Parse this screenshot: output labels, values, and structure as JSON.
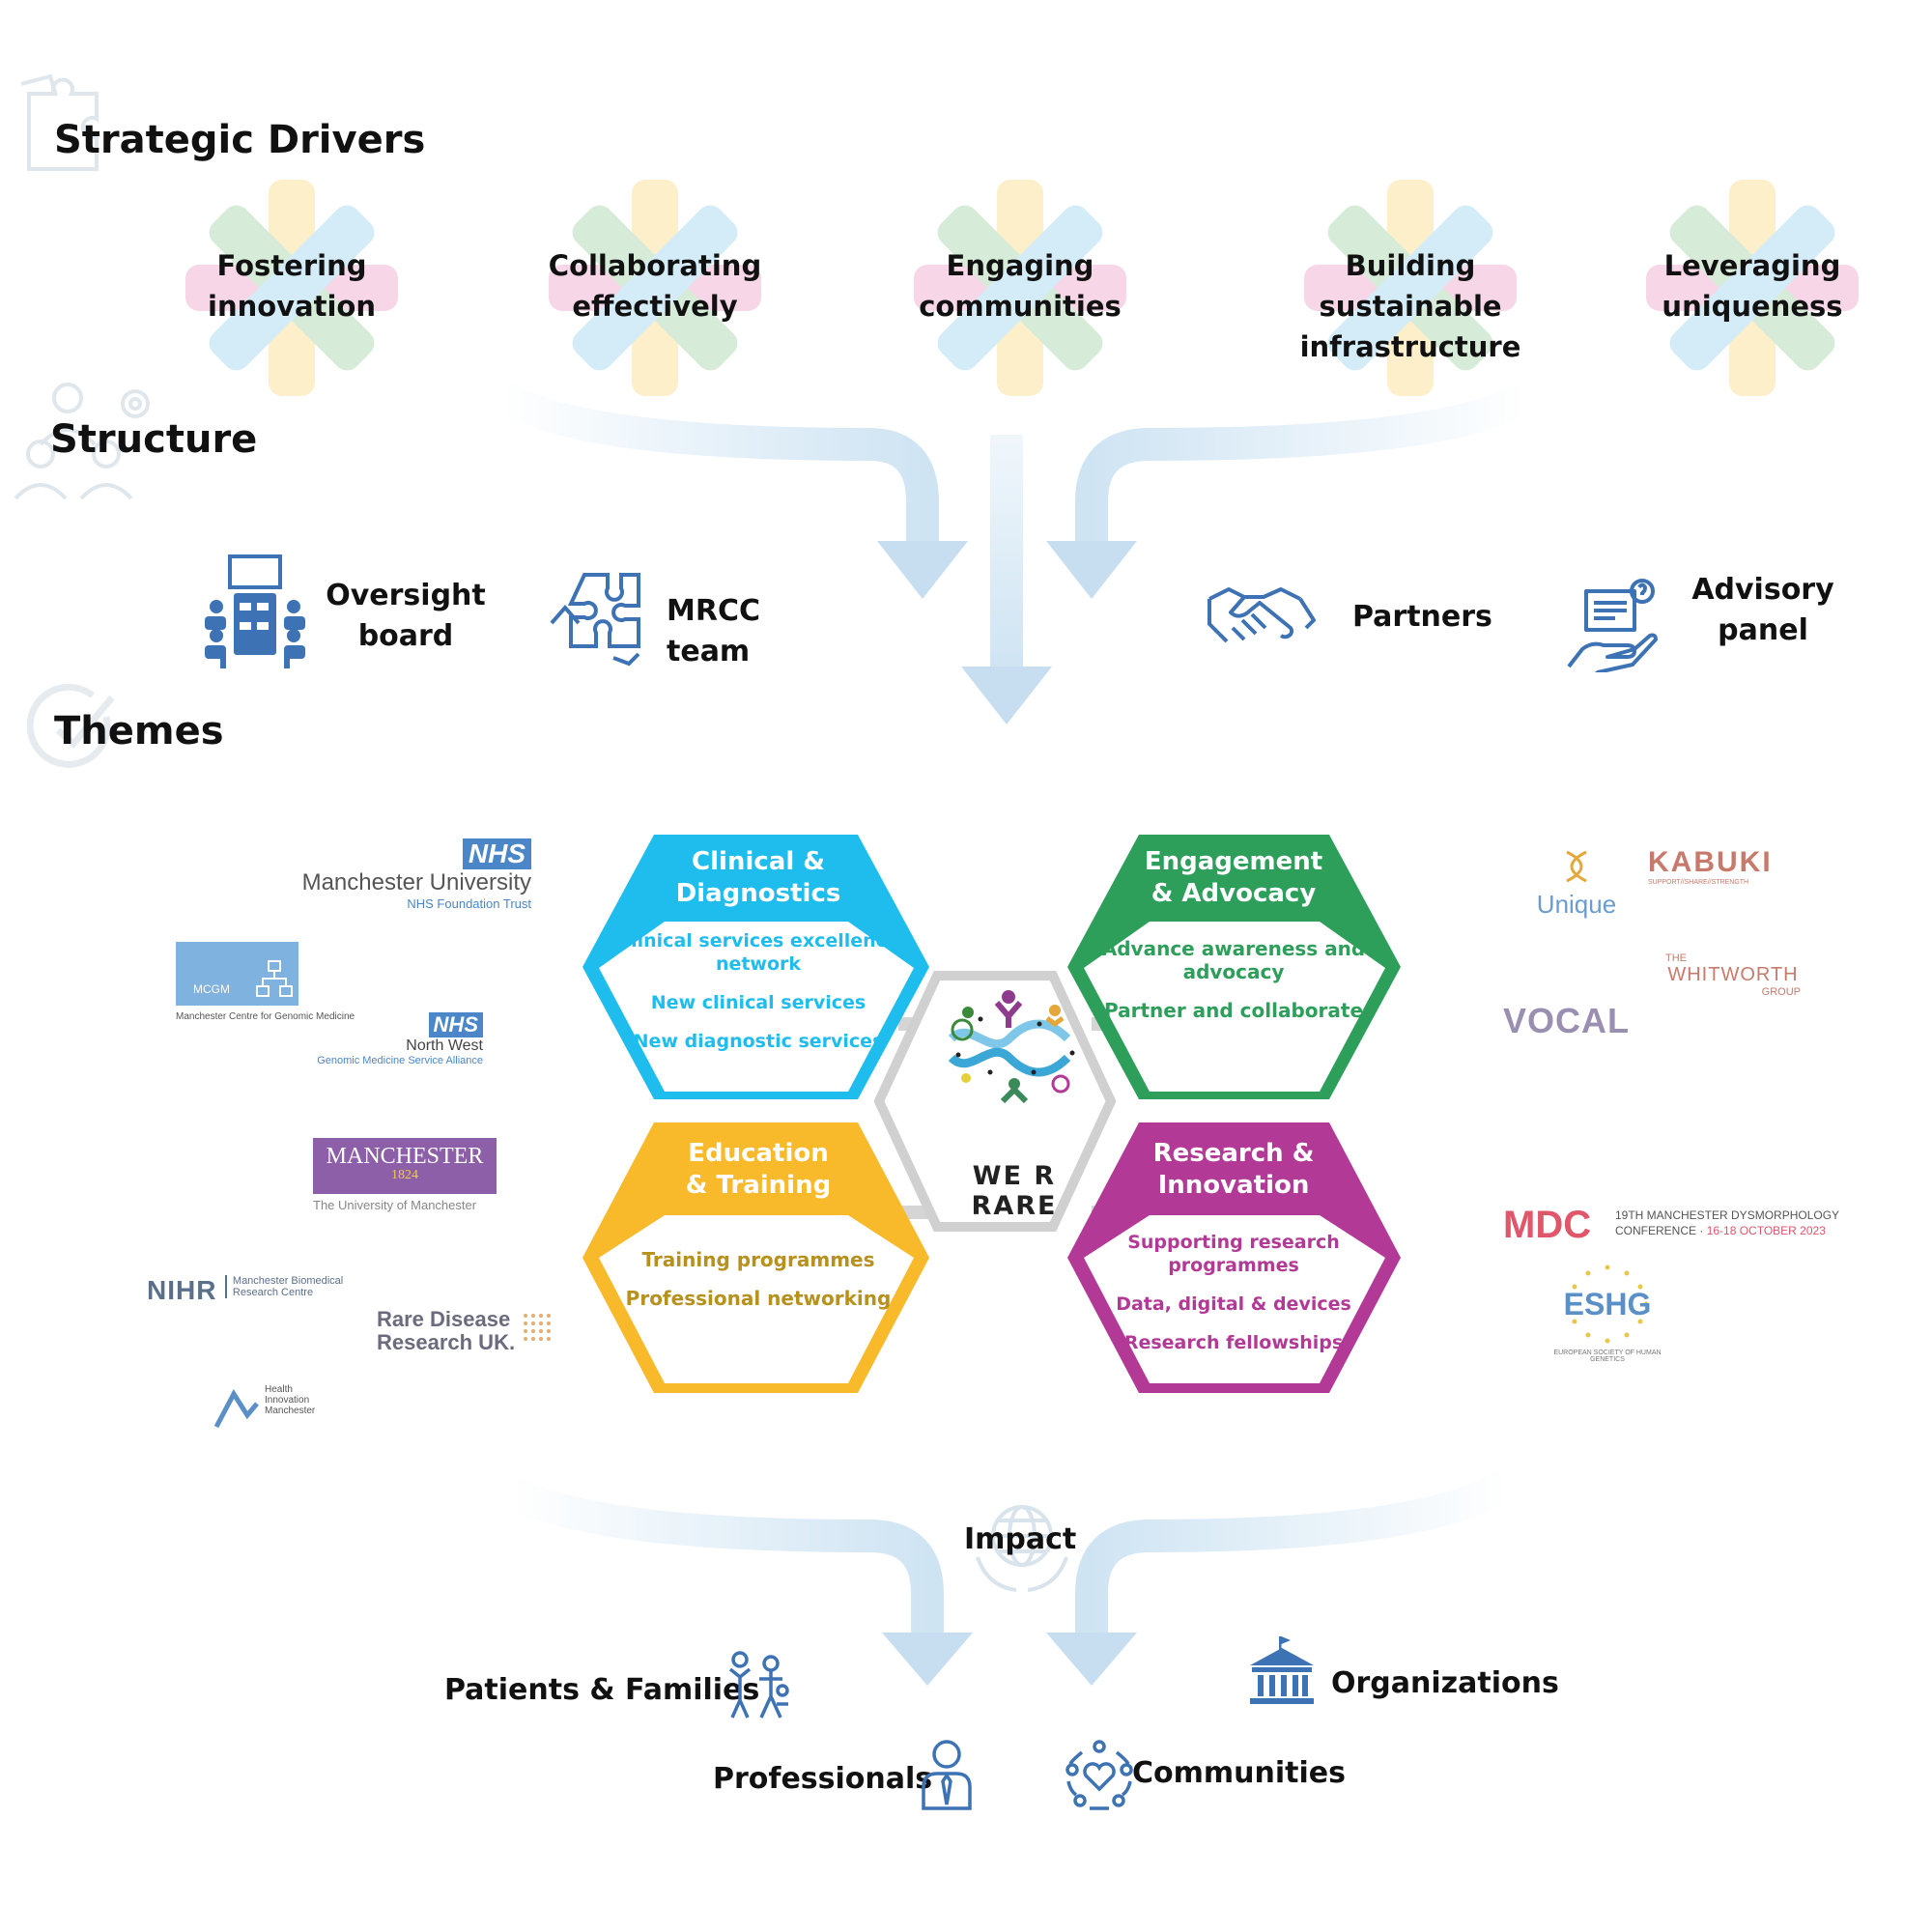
{
  "sections": {
    "strategic_drivers": "Strategic Drivers",
    "structure": "Structure",
    "themes": "Themes",
    "impact": "Impact"
  },
  "drivers": [
    {
      "l1": "Fostering",
      "l2": "innovation"
    },
    {
      "l1": "Collaborating",
      "l2": "effectively"
    },
    {
      "l1": "Engaging",
      "l2": "communities"
    },
    {
      "l1": "Building sustainable",
      "l2": "infrastructure"
    },
    {
      "l1": "Leveraging",
      "l2": "uniqueness"
    }
  ],
  "structure_items": {
    "oversight": {
      "l1": "Oversight",
      "l2": "board"
    },
    "mrcc": "MRCC team",
    "partners": "Partners",
    "advisory": {
      "l1": "Advisory",
      "l2": "panel"
    }
  },
  "themes": {
    "clinical": {
      "title1": "Clinical &",
      "title2": "Diagnostics",
      "items": [
        "Clinical services excellence network",
        "New clinical services",
        "New diagnostic services"
      ],
      "color": "#1fbdee"
    },
    "engagement": {
      "title1": "Engagement",
      "title2": "& Advocacy",
      "items": [
        "Advance awareness and advocacy",
        "Partner and collaborate"
      ],
      "color": "#2e9e5b"
    },
    "education": {
      "title1": "Education",
      "title2": "& Training",
      "items": [
        "Training programmes",
        "Professional networking"
      ],
      "color": "#f8b92a",
      "text_color": "#b8901e"
    },
    "research": {
      "title1": "Research &",
      "title2": "Innovation",
      "items": [
        "Supporting research programmes",
        "Data, digital & devices",
        "Research fellowships"
      ],
      "color": "#b23a96"
    },
    "center": "WE R RARE"
  },
  "logos_left": {
    "nhs_badge": "NHS",
    "mu_name": "Manchester University",
    "mu_trust": "NHS Foundation Trust",
    "mcgm_box": "MCGM",
    "mcgm_caption": "Manchester Centre for Genomic Medicine",
    "nw_badge": "NHS",
    "nw_name": "North West",
    "nw_sub": "Genomic Medicine Service Alliance",
    "uom_name": "MANCHESTER",
    "uom_year": "1824",
    "uom_sub": "The University of Manchester",
    "nihr": "NIHR",
    "nihr_sub1": "Manchester Biomedical",
    "nihr_sub2": "Research Centre",
    "rdr1": "Rare Disease",
    "rdr2": "Research UK.",
    "him1": "Health",
    "him2": "Innovation",
    "him3": "Manchester"
  },
  "logos_right": {
    "unique": "Unique",
    "kabuki": "KABUKI",
    "kabuki_sub": "SUPPORT//SHARE//STRENGTH",
    "whitworth_the": "THE",
    "whitworth": "WHITWORTH",
    "whitworth_group": "GROUP",
    "vocal": "VOCAL",
    "mdc": "MDC",
    "mdc_l1": "19TH MANCHESTER DYSMORPHOLOGY",
    "mdc_l2": "CONFERENCE",
    "mdc_l3": "16-18 OCTOBER 2023",
    "eshg": "ESHG",
    "eshg_sub": "EUROPEAN SOCIETY OF HUMAN GENETICS"
  },
  "impact_items": {
    "patients": "Patients & Families",
    "organizations": "Organizations",
    "professionals": "Professionals",
    "communities": "Communities"
  },
  "colors": {
    "arrow": "#cfe4f3",
    "icon_blue": "#3d72b4",
    "ribbon_green": "#d7ebd9",
    "ribbon_yellow": "#fcefc9",
    "ribbon_blue": "#d4ecf7",
    "ribbon_pink": "#f6d6e7"
  }
}
